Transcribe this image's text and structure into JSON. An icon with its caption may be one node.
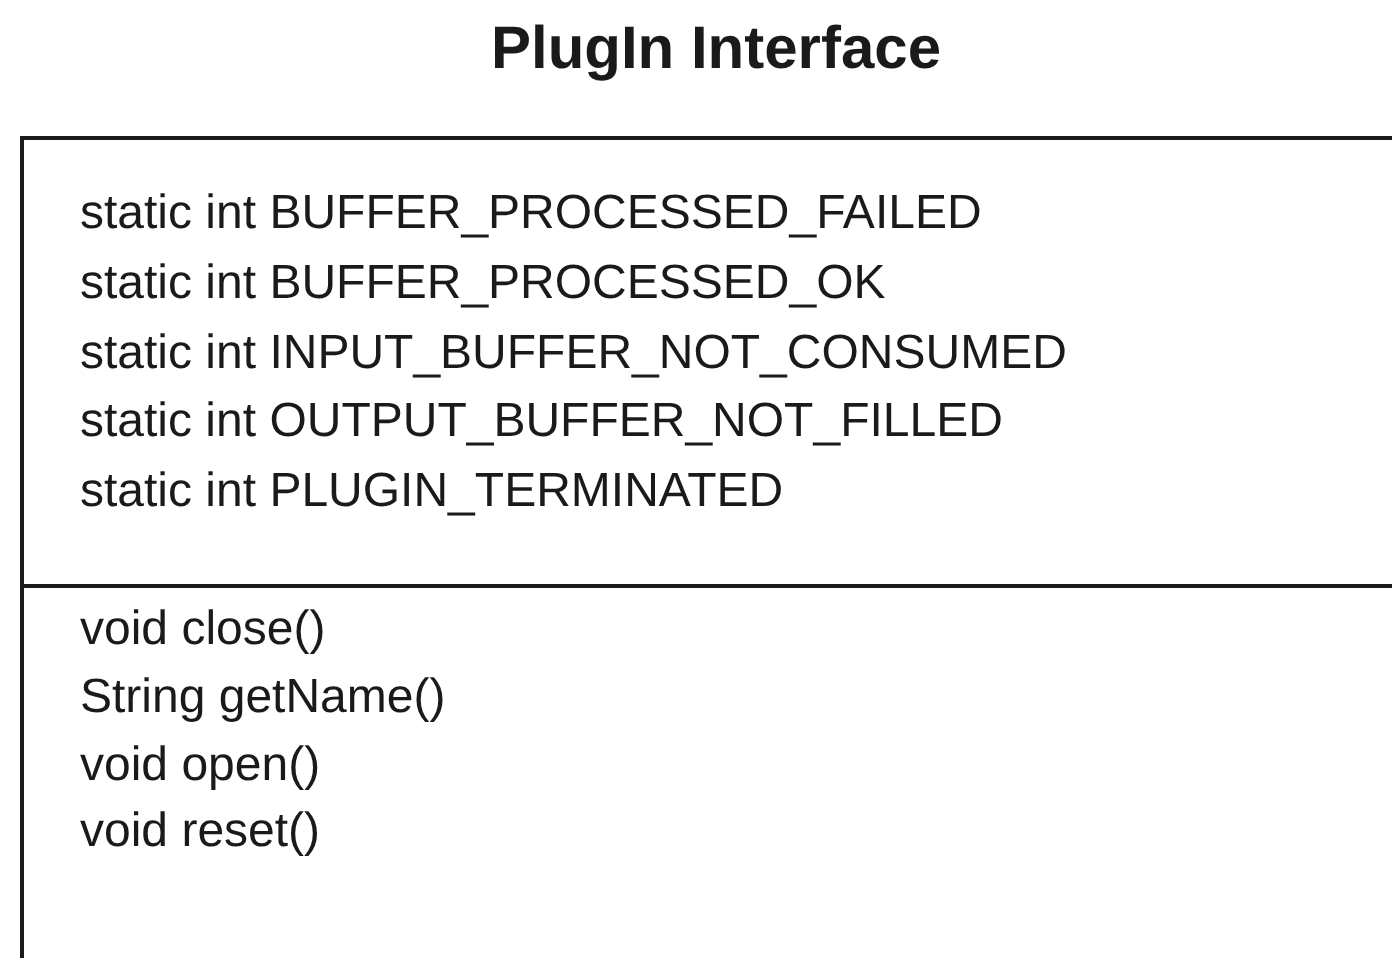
{
  "diagram": {
    "nodes": [
      {
        "text": [
          "PlugIn Interface"
        ]
      },
      {
        "text": [
          "static int BUFFER_PROCESSED_FAILED",
          "static int BUFFER_PROCESSED_OK",
          "static int INPUT_BUFFER_NOT_CONSUMED",
          "static int OUTPUT_BUFFER_NOT_FILLED",
          "static int PLUGIN_TERMINATED"
        ],
        "in": 0
      },
      {
        "text": [
          "void close()",
          "String getName()",
          "void open()",
          "void reset()"
        ],
        "in": 0
      }
    ]
  }
}
